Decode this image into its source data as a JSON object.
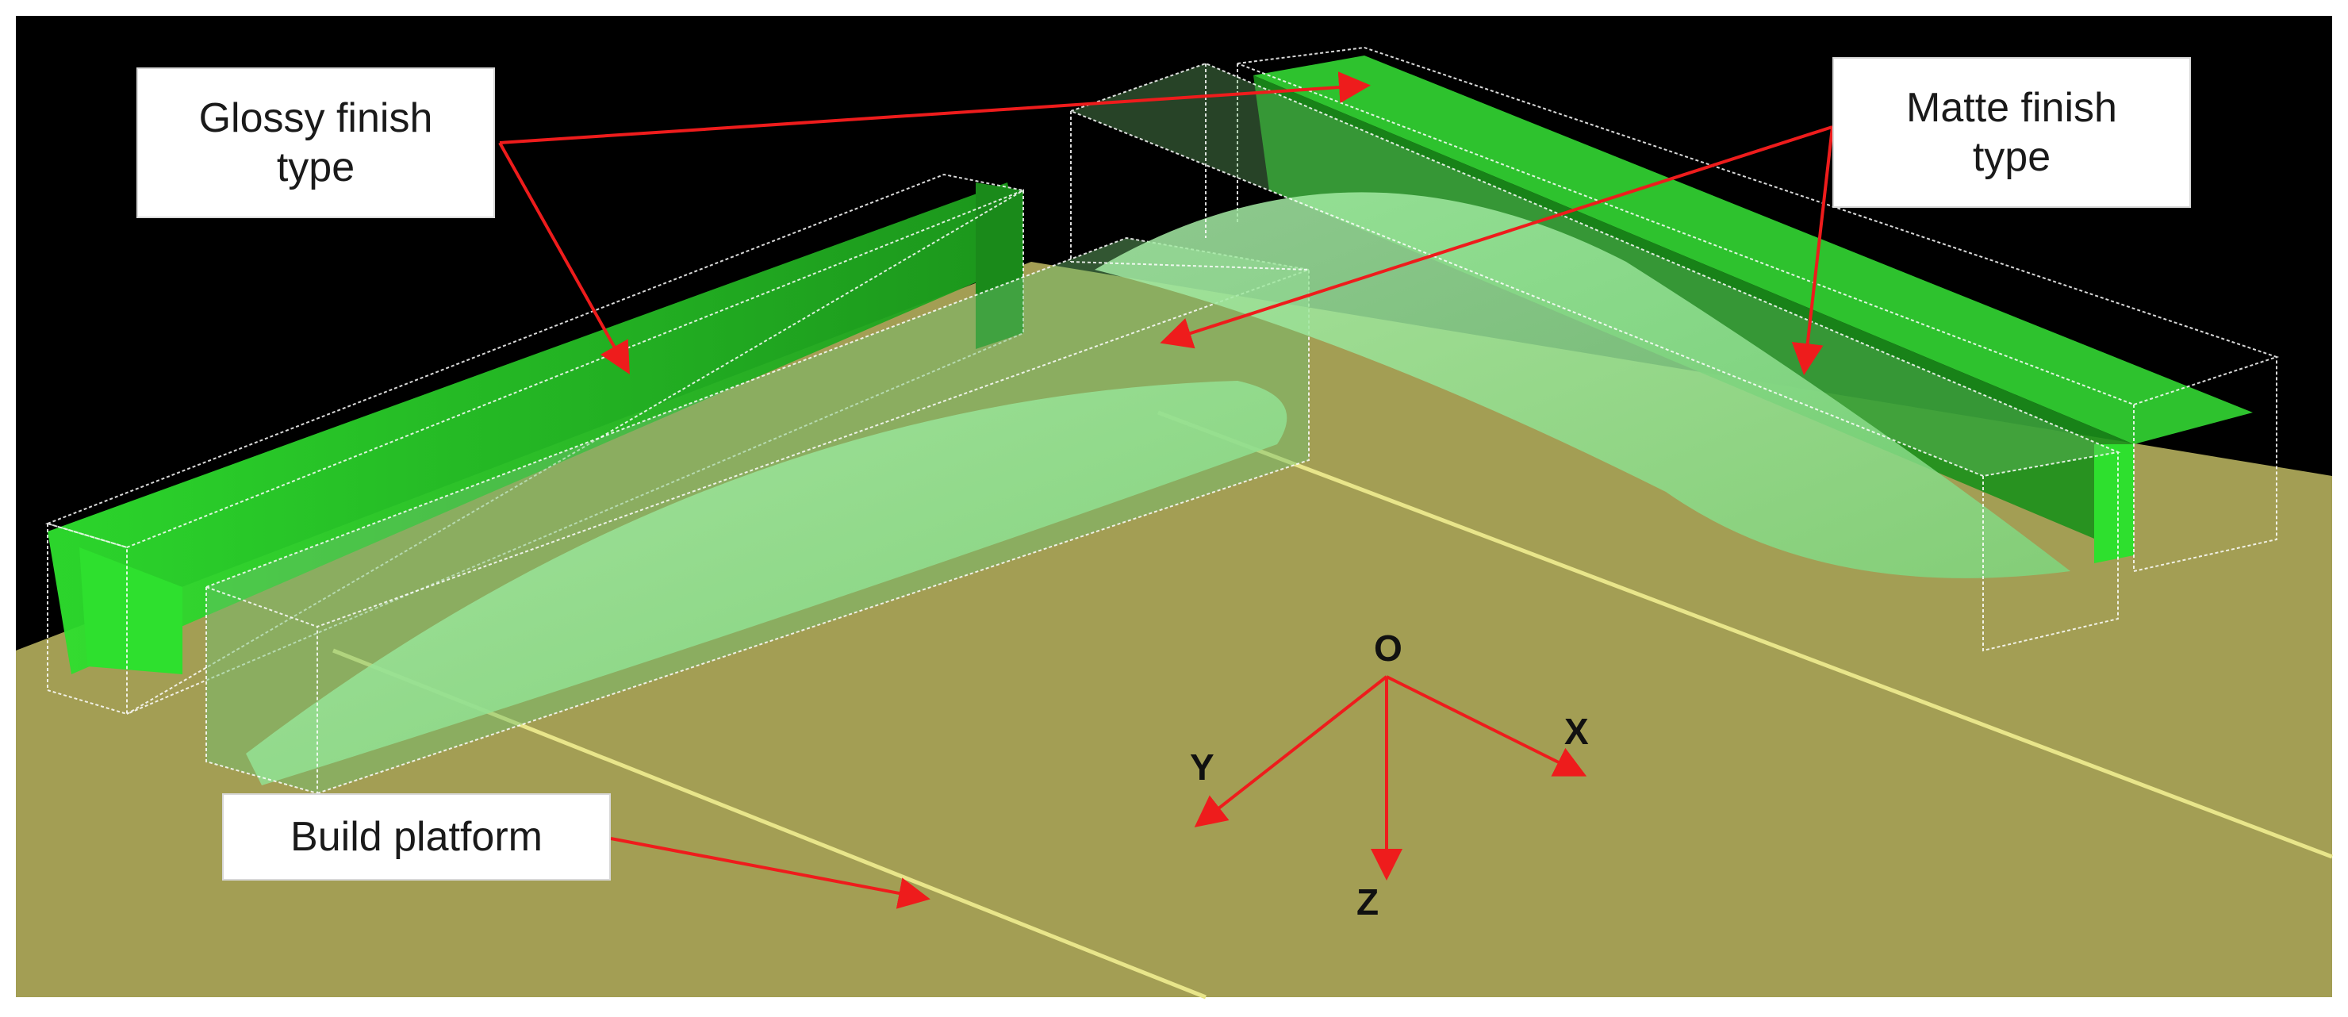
{
  "callouts": {
    "glossy": {
      "line1": "Glossy finish",
      "line2": "type"
    },
    "matte": {
      "line1": "Matte finish",
      "line2": "type"
    },
    "platform": {
      "line1": "Build platform"
    }
  },
  "axes": {
    "origin": "O",
    "x": "X",
    "y": "Y",
    "z": "Z"
  },
  "colors": {
    "background": "#000000",
    "platform": "#a39e54",
    "platform_line": "#e8e58a",
    "glossy_green": "#33d633",
    "matte_green": "#8fe08f",
    "arrow": "#ee1c1c",
    "wireframe": "#ffffff"
  }
}
